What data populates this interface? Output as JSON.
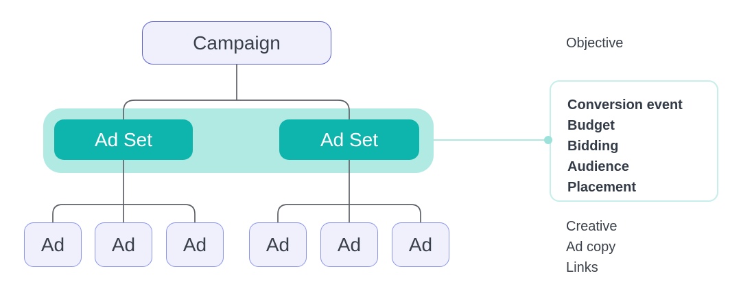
{
  "diagram": {
    "campaign": {
      "label": "Campaign"
    },
    "ad_sets": [
      {
        "label": "Ad Set"
      },
      {
        "label": "Ad Set"
      }
    ],
    "ads": [
      {
        "label": "Ad"
      },
      {
        "label": "Ad"
      },
      {
        "label": "Ad"
      },
      {
        "label": "Ad"
      },
      {
        "label": "Ad"
      },
      {
        "label": "Ad"
      }
    ]
  },
  "annotations": {
    "objective_label": "Objective",
    "ad_set_details": [
      "Conversion event",
      "Budget",
      "Bidding",
      "Audience",
      "Placement"
    ],
    "ad_details": [
      "Creative",
      "Ad copy",
      "Links"
    ]
  },
  "colors": {
    "indigo_border": "#5A60D2",
    "lavender_fill": "#EFF0FB",
    "ad_border": "#8C95EC",
    "teal": "#0EB5AC",
    "teal_light": "#B1E9E3",
    "teal_line": "#AFE8E1",
    "teal_dot": "#9CE2DA",
    "detail_box_border": "#C6EEEA",
    "connector": "#5D6167",
    "text_dark": "#3A4049",
    "text_bold": "#333B47"
  }
}
